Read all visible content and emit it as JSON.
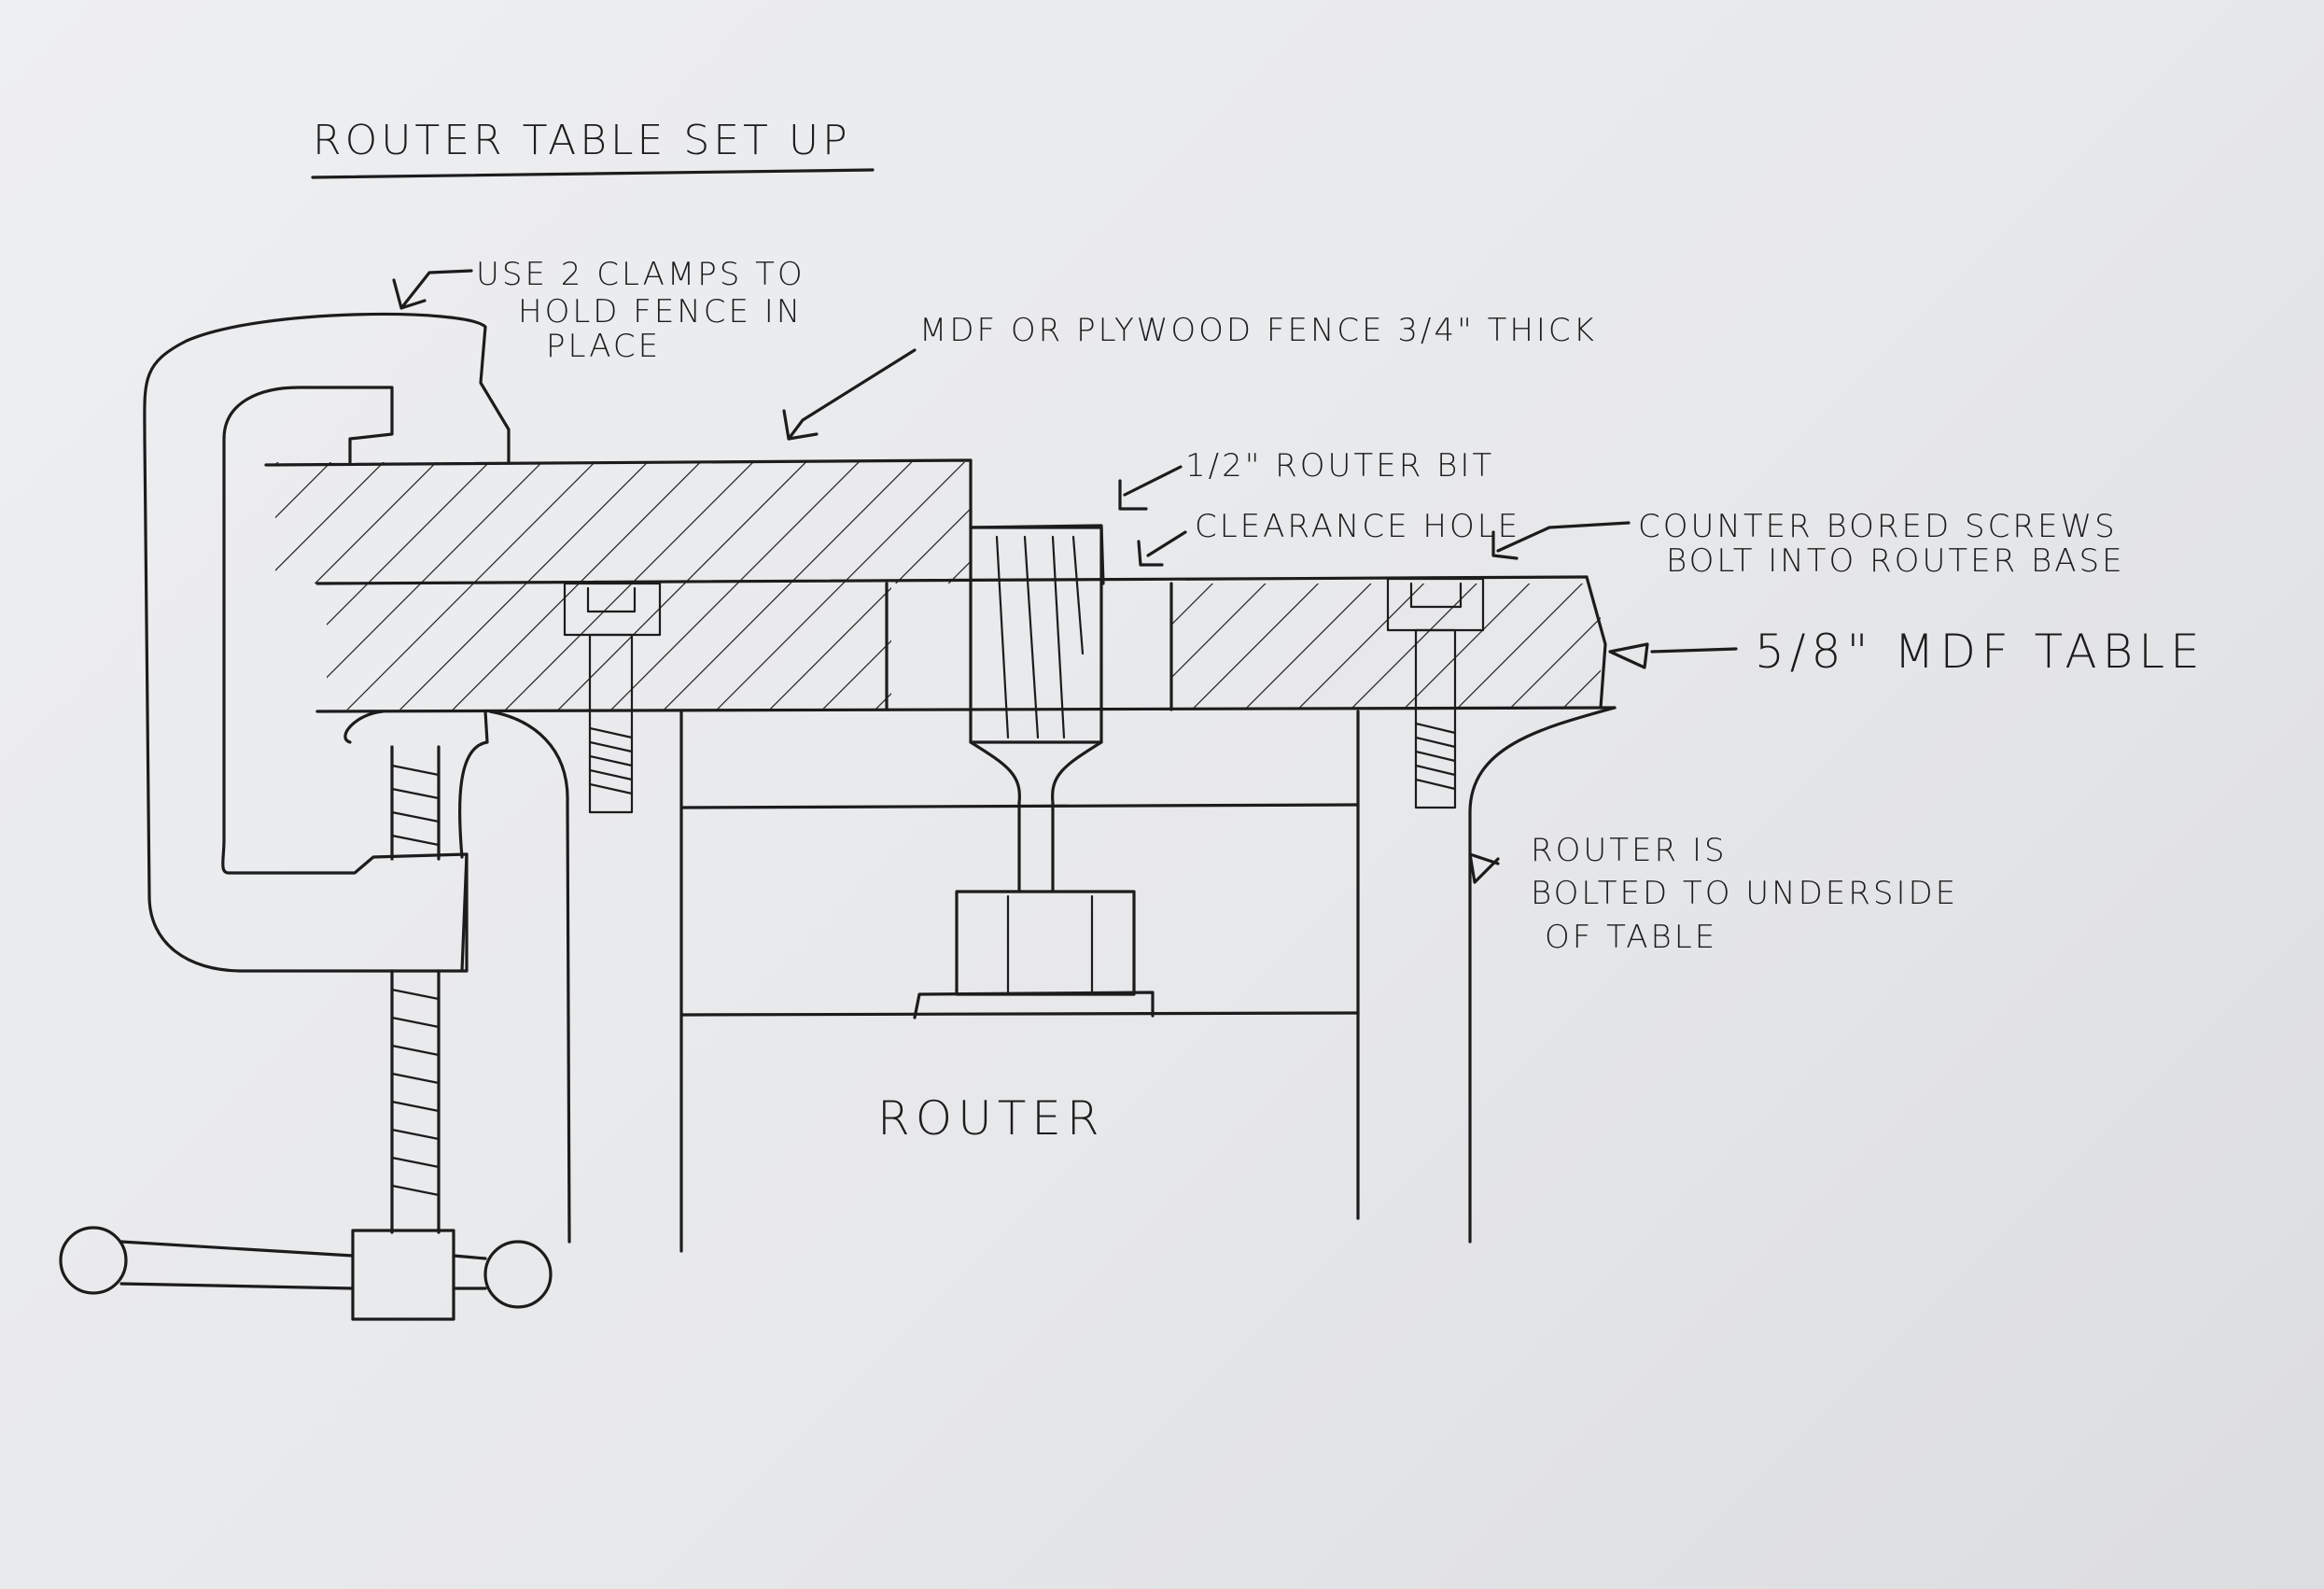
{
  "title": "ROUTER TABLE SET UP",
  "labels": {
    "clamps_line1": "USE 2 CLAMPS TO",
    "clamps_line2": "HOLD FENCE IN",
    "clamps_line3": "PLACE",
    "fence": "MDF OR PLYWOOD FENCE 3/4\" THICK",
    "bit": "1/2\" ROUTER BIT",
    "clearance": "CLEARANCE HOLE",
    "screws_line1": "COUNTER BORED SCREWS",
    "screws_line2": "BOLT INTO ROUTER BASE",
    "table": "5/8\" MDF TABLE",
    "note_line1": "ROUTER IS",
    "note_line2": "BOLTED TO UNDERSIDE",
    "note_line3": "OF TABLE",
    "router": "ROUTER"
  }
}
